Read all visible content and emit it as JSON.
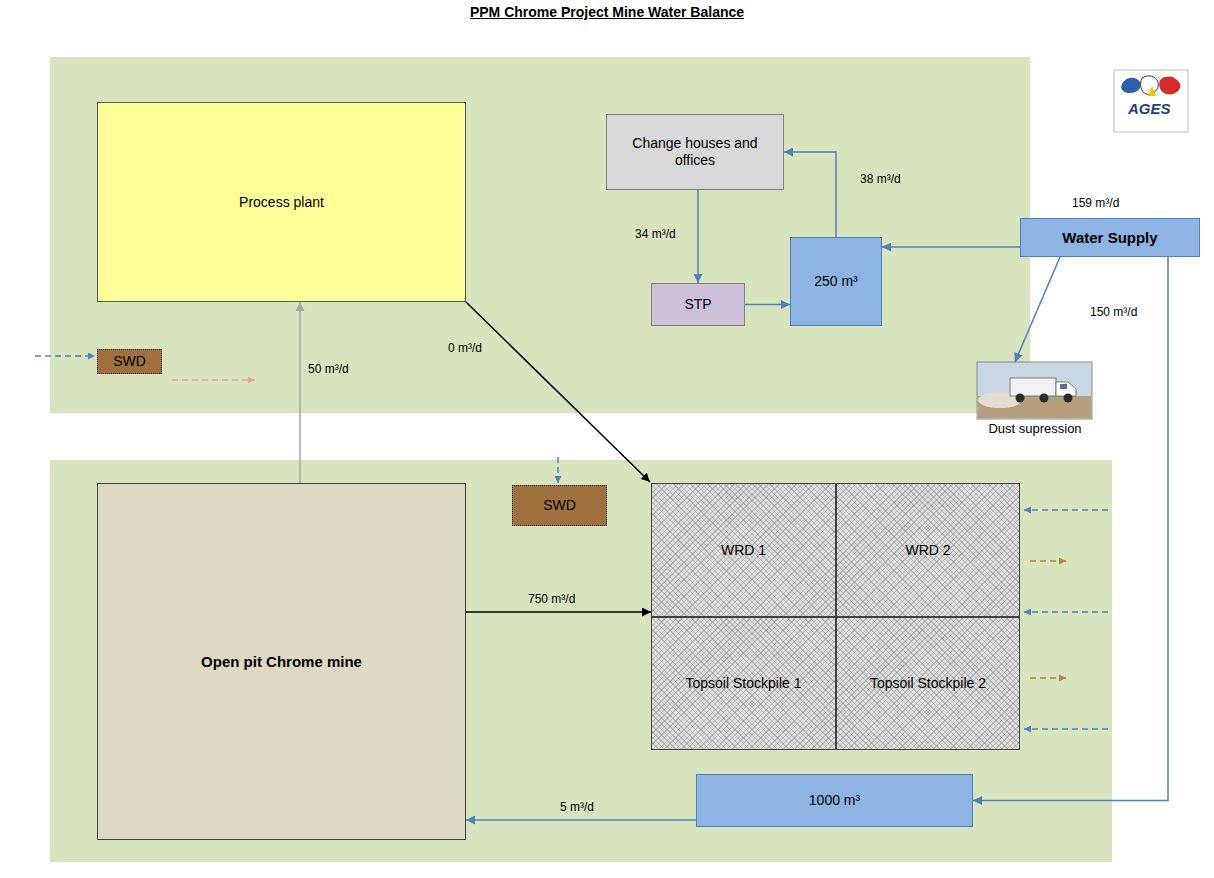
{
  "diagram": {
    "title": "PPM Chrome Project Mine Water Balance",
    "nodes": [
      {
        "text": [
          "Process plant"
        ]
      },
      {
        "text": [
          "Change houses and offices"
        ]
      },
      {
        "text": [
          "STP"
        ]
      },
      {
        "text": [
          "250 m³"
        ]
      },
      {
        "text": [
          "Water Supply"
        ]
      },
      {
        "text": [
          "SWD"
        ]
      },
      {
        "text": [
          "Dust supression"
        ]
      },
      {
        "text": [
          "Open pit Chrome mine"
        ]
      },
      {
        "text": [
          "SWD"
        ]
      },
      {
        "text": [
          "WRD 1"
        ]
      },
      {
        "text": [
          "WRD 2"
        ]
      },
      {
        "text": [
          "Topsoil Stockpile 1"
        ]
      },
      {
        "text": [
          "Topsoil Stockpile 2"
        ]
      },
      {
        "text": [
          "1000 m³"
        ]
      }
    ],
    "edges": [
      {
        "from": 4,
        "to": 3,
        "arrow": "to"
      },
      {
        "from": 3,
        "to": 1,
        "label": "38 m³/d",
        "arrow": "to"
      },
      {
        "from": 1,
        "to": 2,
        "label": "34 m³/d",
        "arrow": "to"
      },
      {
        "from": 2,
        "to": 3,
        "arrow": "to"
      },
      {
        "from": 4,
        "to": 6,
        "label": "150 m³/d",
        "arrow": "to"
      },
      {
        "from": 4,
        "to": 13,
        "arrow": "to"
      },
      {
        "from": 13,
        "to": 7,
        "label": "5 m³/d",
        "arrow": "to"
      },
      {
        "from": 7,
        "to": 0,
        "label": "50 m³/d",
        "arrow": "to"
      },
      {
        "from": 0,
        "to": 9,
        "label": "0 m³/d",
        "arrow": "to"
      },
      {
        "from": 7,
        "to": 9,
        "label": "750 m³/d",
        "arrow": "to"
      }
    ],
    "labels": [
      "159 m³/d",
      "AGES"
    ]
  }
}
